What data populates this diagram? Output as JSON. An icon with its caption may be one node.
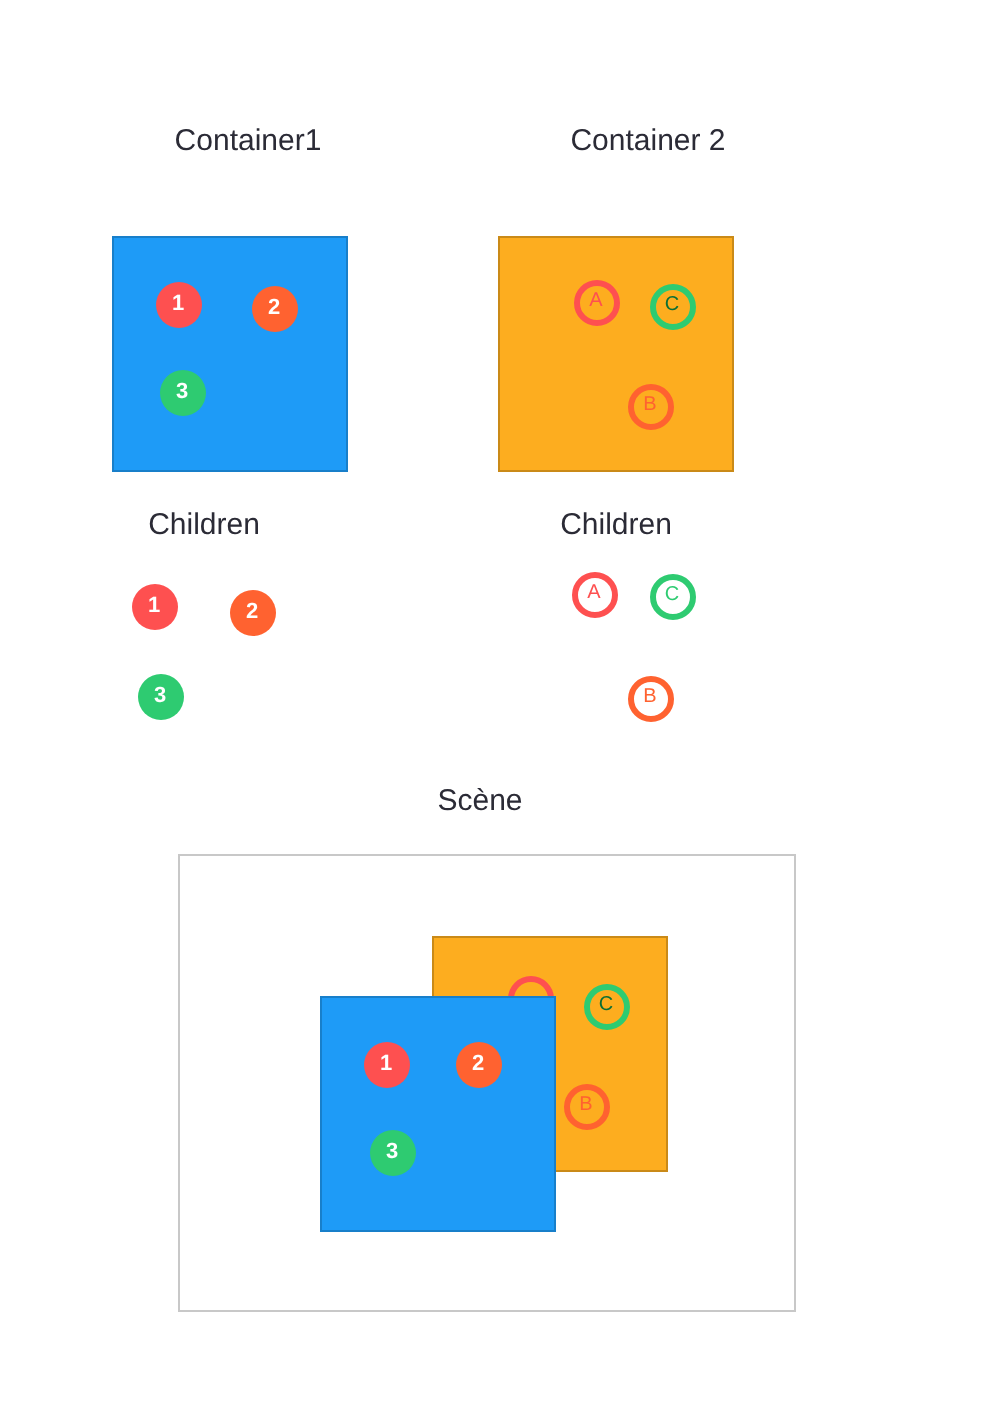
{
  "diagram": {
    "nodes": [
      {
        "text": [
          "Container1"
        ]
      },
      {
        "text": [
          "1"
        ],
        "in": 0
      },
      {
        "text": [
          "2"
        ],
        "in": 0
      },
      {
        "text": [
          "3"
        ],
        "in": 0
      },
      {
        "text": [
          "Container 2"
        ]
      },
      {
        "text": [
          "A"
        ],
        "in": 4
      },
      {
        "text": [
          "C"
        ],
        "in": 4
      },
      {
        "text": [
          "B"
        ],
        "in": 4
      },
      {
        "text": [
          "1"
        ]
      },
      {
        "text": [
          "2"
        ]
      },
      {
        "text": [
          "3"
        ]
      },
      {
        "text": [
          "A"
        ]
      },
      {
        "text": [
          "C"
        ]
      },
      {
        "text": [
          "B"
        ]
      },
      {
        "text": [
          "Scène"
        ]
      },
      {
        "text": [],
        "shape": "box",
        "in": 14
      },
      {
        "text": [],
        "shape": "circle",
        "in": 15
      },
      {
        "text": [
          "C"
        ],
        "in": 15
      },
      {
        "text": [
          "B"
        ],
        "in": 15
      },
      {
        "text": [],
        "shape": "box",
        "in": 14
      },
      {
        "text": [
          "1"
        ],
        "in": 19
      },
      {
        "text": [
          "2"
        ]
      },
      {
        "text": [
          "3"
        ],
        "in": 19
      }
    ],
    "labels": [
      "Children",
      "Children"
    ]
  }
}
